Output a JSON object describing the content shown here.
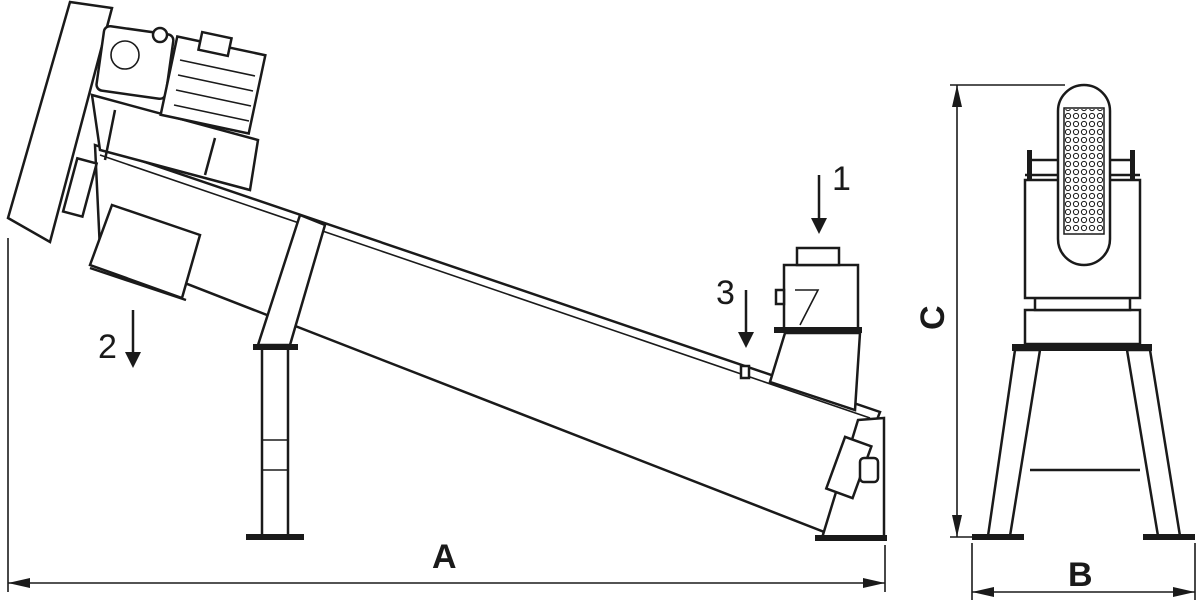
{
  "labels": {
    "inlet": "1",
    "outlet": "2",
    "wash": "3",
    "dim_length": "A",
    "dim_width": "B",
    "dim_height": "C"
  }
}
